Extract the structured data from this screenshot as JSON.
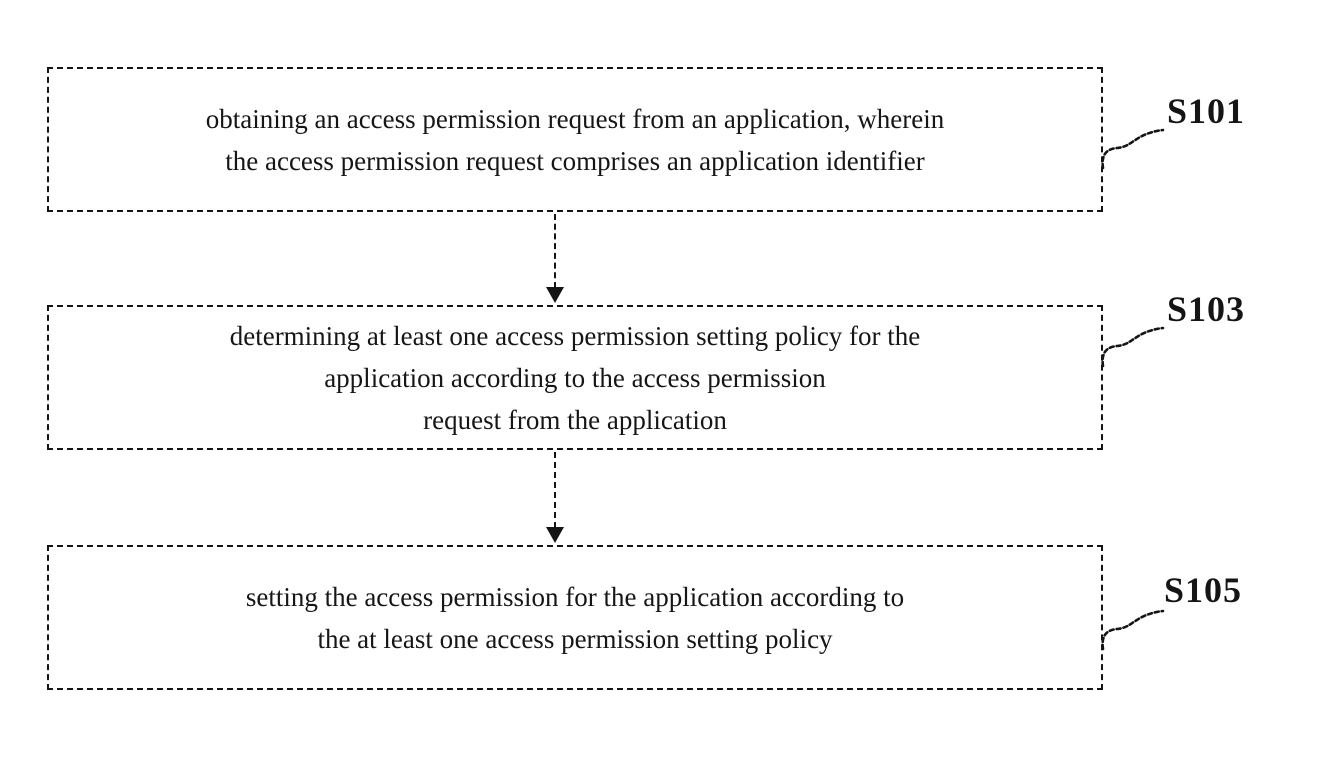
{
  "flowchart": {
    "colors": {
      "ink": "#141414",
      "background": "#ffffff"
    },
    "steps": [
      {
        "id": "S101",
        "lines": [
          "obtaining an access permission request from an application, wherein",
          "the access permission request comprises an application identifier"
        ]
      },
      {
        "id": "S103",
        "lines": [
          "determining at least one access permission setting policy for the",
          "application according to the access permission",
          "request from the application"
        ]
      },
      {
        "id": "S105",
        "lines": [
          "setting the access permission for the application according to",
          "the at least one access permission setting policy"
        ]
      }
    ]
  }
}
